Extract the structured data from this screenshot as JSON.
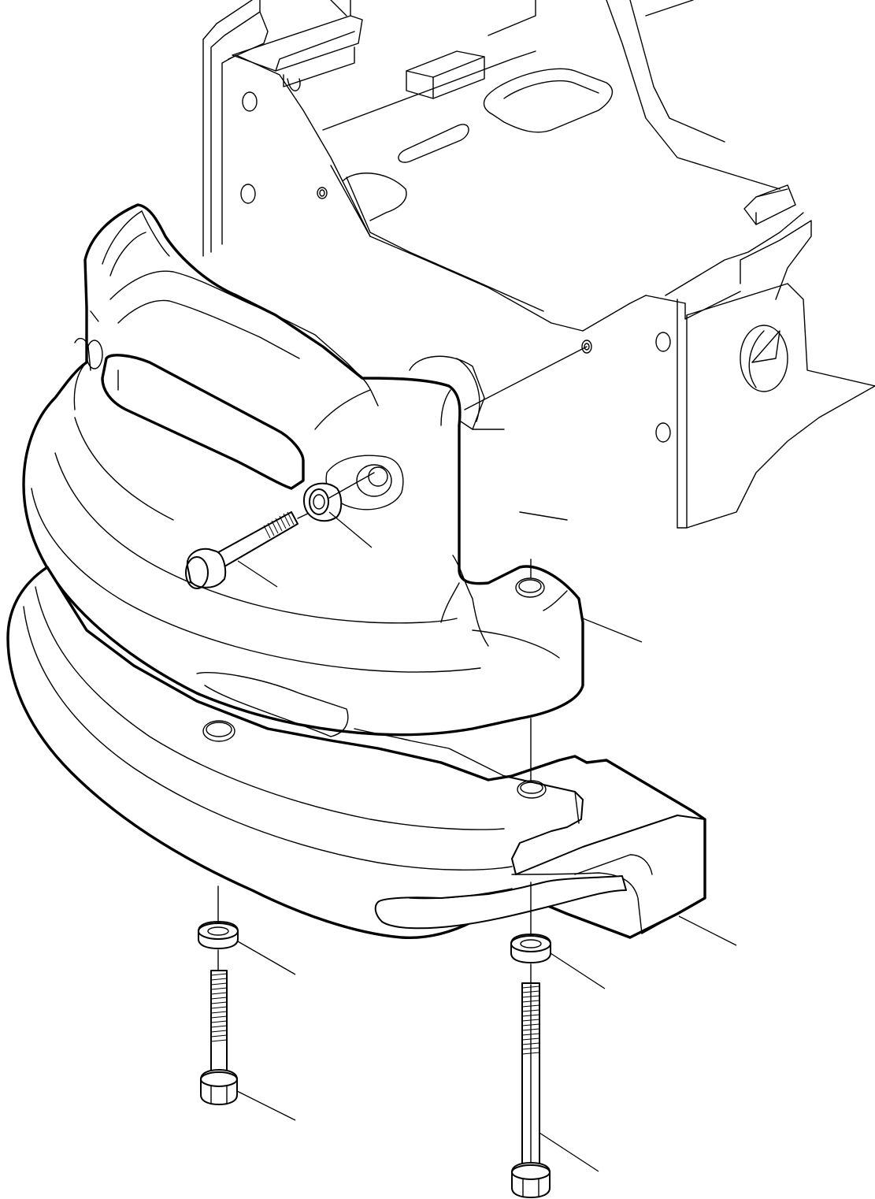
{
  "diagram": {
    "subject": "counterweight-assembly-exploded-view",
    "parts": [
      {
        "id": "machine-frame",
        "label": ""
      },
      {
        "id": "upper-counterweight",
        "label": ""
      },
      {
        "id": "lower-counterweight",
        "label": ""
      },
      {
        "id": "horizontal-bolt",
        "label": ""
      },
      {
        "id": "horizontal-washer",
        "label": ""
      },
      {
        "id": "left-washer",
        "label": ""
      },
      {
        "id": "right-washer",
        "label": ""
      },
      {
        "id": "left-vertical-bolt",
        "label": ""
      },
      {
        "id": "right-vertical-bolt",
        "label": ""
      }
    ],
    "callouts": [
      {
        "target": "horizontal-bolt",
        "label": ""
      },
      {
        "target": "horizontal-washer",
        "label": ""
      },
      {
        "target": "upper-counterweight",
        "label": ""
      },
      {
        "target": "lower-counterweight",
        "label": ""
      },
      {
        "target": "left-washer",
        "label": ""
      },
      {
        "target": "right-washer",
        "label": ""
      },
      {
        "target": "left-vertical-bolt",
        "label": ""
      },
      {
        "target": "right-vertical-bolt",
        "label": ""
      }
    ],
    "colors": {
      "line": "#000000",
      "background": "#ffffff"
    }
  }
}
